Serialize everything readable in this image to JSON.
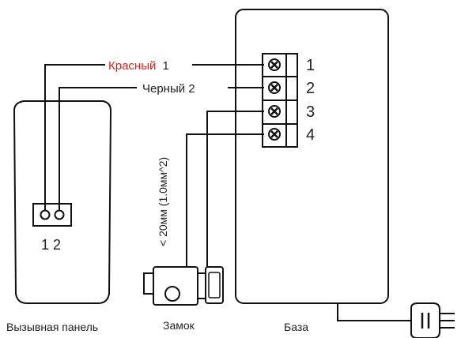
{
  "wire_labels": {
    "red_word": "Красный",
    "red_num": "1",
    "black": "Черный 2"
  },
  "terminal_numbers": [
    "1",
    "2",
    "3",
    "4"
  ],
  "panel_terminal_numbers": "1 2",
  "cable_note": "< 20мм (1.0мм^2)",
  "captions": {
    "panel": "Вызывная панель",
    "lock": "Замок",
    "base": "База"
  },
  "colors": {
    "line": "#111111",
    "red": "#e0221c"
  }
}
